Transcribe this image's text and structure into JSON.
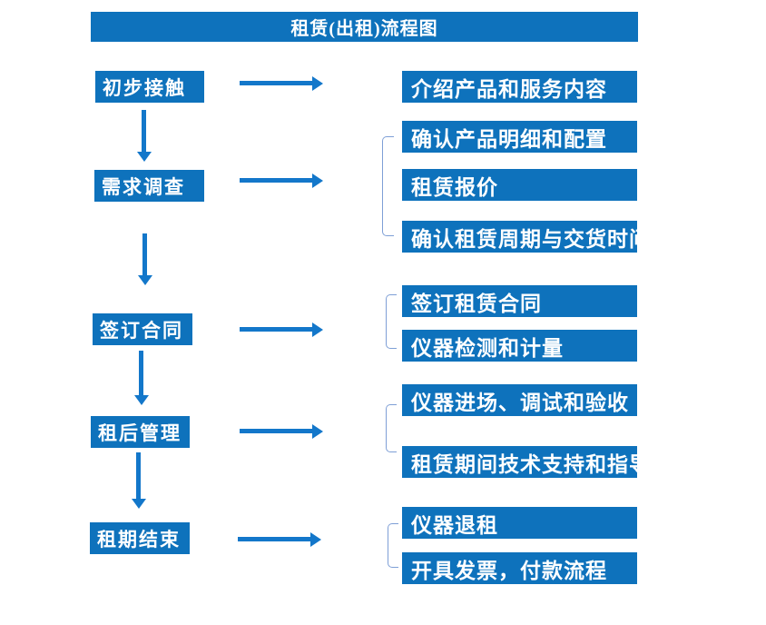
{
  "flow": {
    "title": "租赁(出租)流程图",
    "stages": [
      {
        "label": "初步接触"
      },
      {
        "label": "需求调查"
      },
      {
        "label": "签订合同"
      },
      {
        "label": "租后管理"
      },
      {
        "label": "租期结束"
      }
    ],
    "details": [
      {
        "label": "介绍产品和服务内容"
      },
      {
        "label": "确认产品明细和配置"
      },
      {
        "label": "租赁报价"
      },
      {
        "label": "确认租赁周期与交货时间"
      },
      {
        "label": "签订租赁合同"
      },
      {
        "label": "仪器检测和计量"
      },
      {
        "label": "仪器进场、调试和验收"
      },
      {
        "label": "租赁期间技术支持和指导"
      },
      {
        "label": "仪器退租"
      },
      {
        "label": "开具发票，付款流程"
      }
    ],
    "colors": {
      "box_fill": "#0E72BC",
      "arrow": "#1377CA",
      "bracket": "#7E9FD6",
      "text": "#FFFFFF",
      "background": "#FFFFFF"
    }
  }
}
